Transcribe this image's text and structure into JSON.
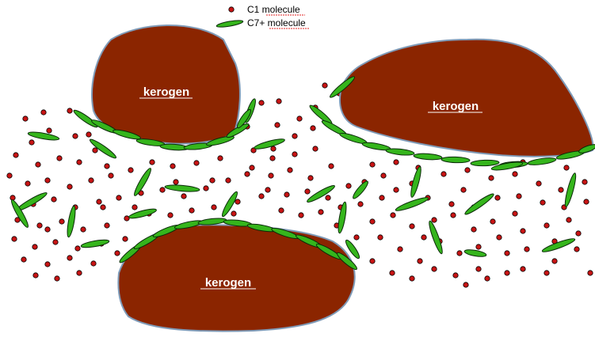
{
  "legend": {
    "c1_label": "C1 molecule",
    "c7_label": "C7+ molecule"
  },
  "kerogens": [
    {
      "label": "kerogen"
    },
    {
      "label": "kerogen"
    },
    {
      "label": "kerogen"
    }
  ],
  "colors": {
    "kerogen_fill": "#8b2500",
    "kerogen_outline": "#7f9bb8",
    "c1_fill": "#c81414",
    "c7_fill": "#35b51c",
    "c7_stroke": "#0a2a08",
    "legend_underline": "#e02020"
  }
}
